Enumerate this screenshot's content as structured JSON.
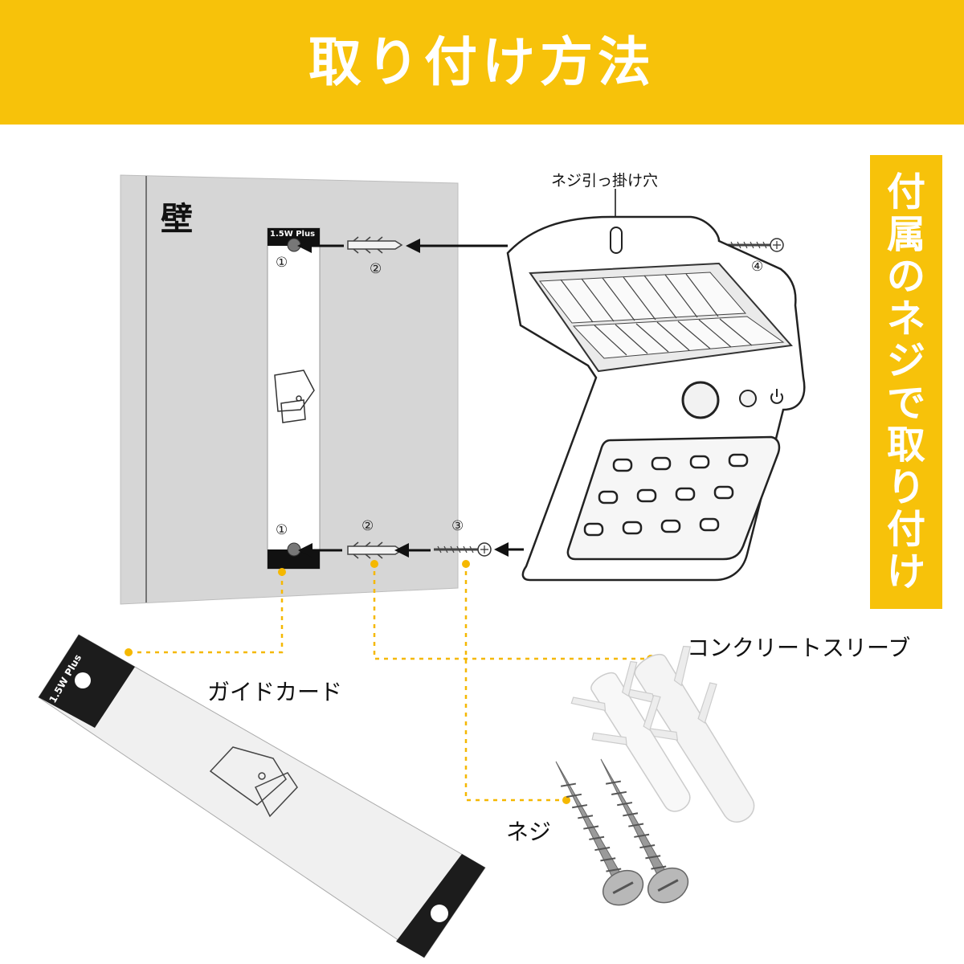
{
  "header": {
    "title": "取り付け方法"
  },
  "side_label": {
    "text": "付属のネジで取り付け"
  },
  "labels": {
    "wall": "壁",
    "hook_hole": "ネジ引っ掛け穴",
    "concrete_sleeve": "コンクリートスリーブ",
    "guide_card": "ガイドカード",
    "screw": "ネジ"
  },
  "card_badge": "1.5W Plus",
  "steps": {
    "one": "①",
    "two": "②",
    "three": "③",
    "four": "④"
  },
  "colors": {
    "accent": "#f7c20a",
    "dotted_line": "#f5b800",
    "wall": "#d6d6d6"
  }
}
